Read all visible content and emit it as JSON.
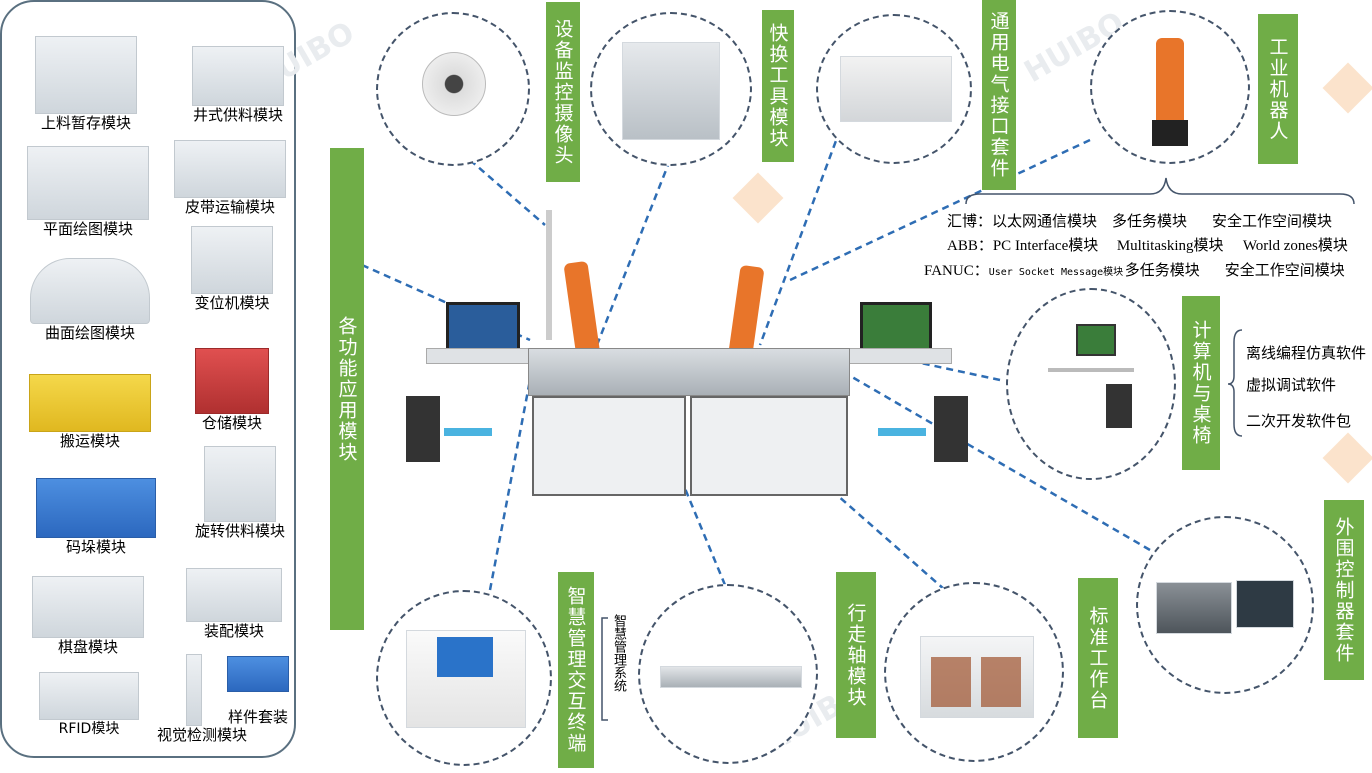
{
  "modules": [
    {
      "id": "m1",
      "label": "上料暂存模块"
    },
    {
      "id": "m2",
      "label": "井式供料模块"
    },
    {
      "id": "m3",
      "label": "平面绘图模块"
    },
    {
      "id": "m4",
      "label": "皮带运输模块"
    },
    {
      "id": "m5",
      "label": "曲面绘图模块"
    },
    {
      "id": "m6",
      "label": "变位机模块"
    },
    {
      "id": "m7",
      "label": "搬运模块"
    },
    {
      "id": "m8",
      "label": "仓储模块"
    },
    {
      "id": "m9",
      "label": "码垛模块"
    },
    {
      "id": "m10",
      "label": "旋转供料模块"
    },
    {
      "id": "m11",
      "label": "棋盘模块"
    },
    {
      "id": "m12",
      "label": "装配模块"
    },
    {
      "id": "m13",
      "label": "RFID模块"
    },
    {
      "id": "m14",
      "label": "样件套装"
    },
    {
      "id": "m15",
      "label": "视觉检测模块"
    }
  ],
  "labels": {
    "function_modules": "各功能应用模块",
    "camera": "设备监控摄像头",
    "quick_tool": "快换工具模块",
    "electrical": "通用电气接口套件",
    "robot": "工业机器人",
    "computer": "计算机与桌椅",
    "controller": "外围控制器套件",
    "workbench": "标准工作台",
    "track": "行走轴模块",
    "terminal": "智慧管理交互终端"
  },
  "robot_software": [
    {
      "brand": "汇博：",
      "items": [
        "以太网通信模块",
        "多任务模块",
        "安全工作空间模块"
      ]
    },
    {
      "brand": "ABB：",
      "items": [
        "PC Interface模块",
        "Multitasking模块",
        "World zones模块"
      ]
    },
    {
      "brand": "FANUC：",
      "items": [
        "User Socket Message模块",
        "多任务模块",
        "安全工作空间模块"
      ]
    }
  ],
  "computer_software": [
    "离线编程仿真软件",
    "虚拟调试软件",
    "二次开发软件包"
  ],
  "terminal_system": "智慧管理系统",
  "colors": {
    "green": "#70ad47",
    "dash": "#2e6db4",
    "robot": "#e8752a",
    "frame": "#44546a"
  }
}
